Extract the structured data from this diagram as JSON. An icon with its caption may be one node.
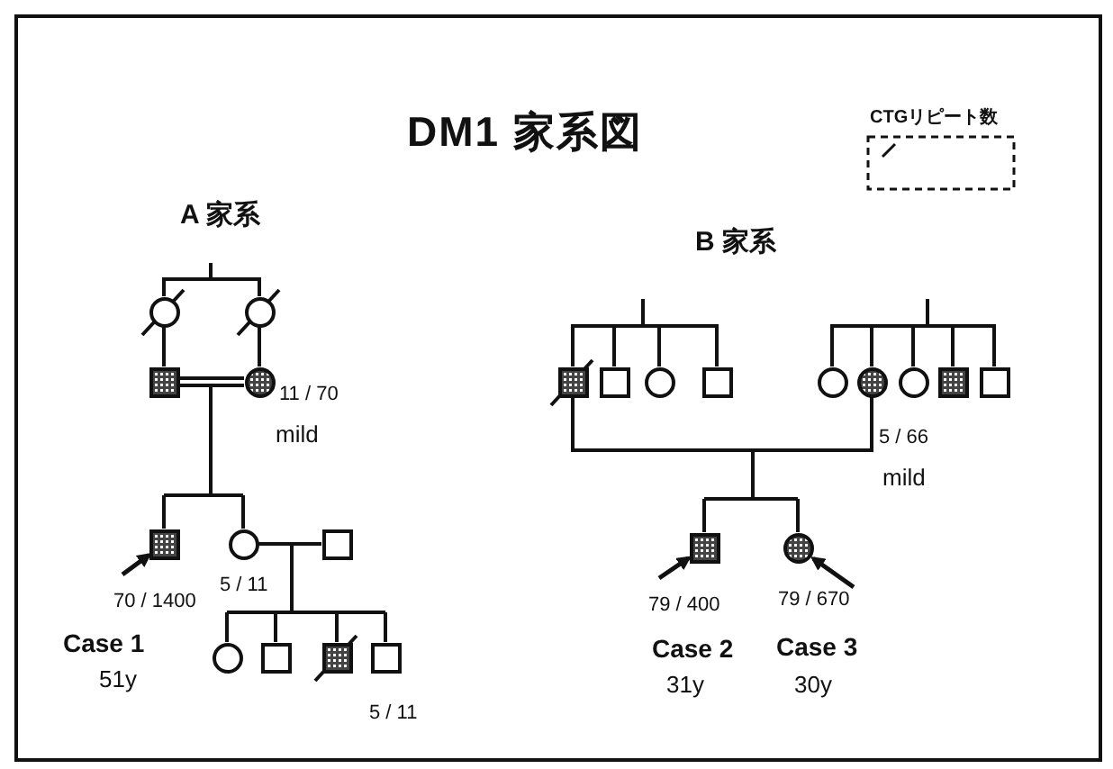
{
  "diagram": {
    "title": "DM1 家系図",
    "nodes": [
      {
        "text": [],
        "shape": "circle"
      },
      {
        "text": [],
        "shape": "circle"
      },
      {
        "text": [],
        "shape": "box"
      },
      {
        "text": [],
        "shape": "circle",
        "beside": [
          "11 / 70",
          "mild"
        ]
      },
      {
        "text": [],
        "shape": "box",
        "beside": [
          "70 / 1400",
          "Case 1",
          "51y"
        ]
      },
      {
        "text": [],
        "shape": "circle",
        "beside": [
          "5 / 11"
        ]
      },
      {
        "text": [],
        "shape": "box"
      },
      {
        "text": [],
        "shape": "circle"
      },
      {
        "text": [],
        "shape": "box"
      },
      {
        "text": [],
        "shape": "box"
      },
      {
        "text": [],
        "shape": "box",
        "beside": [
          "5 / 11"
        ]
      },
      {
        "text": [],
        "shape": "box"
      },
      {
        "text": [],
        "shape": "box"
      },
      {
        "text": [],
        "shape": "circle"
      },
      {
        "text": [],
        "shape": "box"
      },
      {
        "text": [],
        "shape": "circle"
      },
      {
        "text": [],
        "shape": "circle",
        "beside": [
          "5 / 66",
          "mild"
        ]
      },
      {
        "text": [],
        "shape": "circle"
      },
      {
        "text": [],
        "shape": "box"
      },
      {
        "text": [],
        "shape": "box"
      },
      {
        "text": [],
        "shape": "box",
        "beside": [
          "79 / 400",
          "Case 2",
          "31y"
        ]
      },
      {
        "text": [],
        "shape": "circle",
        "beside": [
          "79 / 670",
          "Case 3",
          "30y"
        ]
      }
    ],
    "edges": [
      {
        "from": null,
        "to": 0,
        "arrow": "none"
      },
      {
        "from": null,
        "to": 1,
        "arrow": "none"
      },
      {
        "from": 0,
        "to": 2,
        "arrow": "none"
      },
      {
        "from": 1,
        "to": 3,
        "arrow": "none"
      },
      {
        "from": 2,
        "to": 3,
        "arrow": "none"
      },
      {
        "from": 2,
        "to": 4,
        "arrow": "none"
      },
      {
        "from": 3,
        "to": 4,
        "arrow": "none"
      },
      {
        "from": 2,
        "to": 5,
        "arrow": "none"
      },
      {
        "from": 3,
        "to": 5,
        "arrow": "none"
      },
      {
        "from": null,
        "to": 4,
        "arrow": "to"
      },
      {
        "from": 5,
        "to": 6,
        "arrow": "none"
      },
      {
        "from": 5,
        "to": 7,
        "arrow": "none"
      },
      {
        "from": 6,
        "to": 7,
        "arrow": "none"
      },
      {
        "from": 5,
        "to": 8,
        "arrow": "none"
      },
      {
        "from": 6,
        "to": 8,
        "arrow": "none"
      },
      {
        "from": 5,
        "to": 9,
        "arrow": "none"
      },
      {
        "from": 6,
        "to": 9,
        "arrow": "none"
      },
      {
        "from": 5,
        "to": 10,
        "arrow": "none"
      },
      {
        "from": 6,
        "to": 10,
        "arrow": "none"
      },
      {
        "from": null,
        "to": 11,
        "arrow": "none"
      },
      {
        "from": null,
        "to": 12,
        "arrow": "none"
      },
      {
        "from": null,
        "to": 13,
        "arrow": "none"
      },
      {
        "from": null,
        "to": 14,
        "arrow": "none"
      },
      {
        "from": null,
        "to": 15,
        "arrow": "none"
      },
      {
        "from": null,
        "to": 16,
        "arrow": "none"
      },
      {
        "from": null,
        "to": 17,
        "arrow": "none"
      },
      {
        "from": null,
        "to": 18,
        "arrow": "none"
      },
      {
        "from": null,
        "to": 19,
        "arrow": "none"
      },
      {
        "from": 11,
        "to": 16,
        "arrow": "none"
      },
      {
        "from": 11,
        "to": 20,
        "arrow": "none"
      },
      {
        "from": 16,
        "to": 20,
        "arrow": "none"
      },
      {
        "from": 11,
        "to": 21,
        "arrow": "none"
      },
      {
        "from": 16,
        "to": 21,
        "arrow": "none"
      },
      {
        "from": null,
        "to": 20,
        "arrow": "to"
      },
      {
        "from": null,
        "to": 21,
        "arrow": "to"
      }
    ],
    "labels": [
      "CTGリピート数",
      "A 家系",
      "B 家系"
    ]
  }
}
